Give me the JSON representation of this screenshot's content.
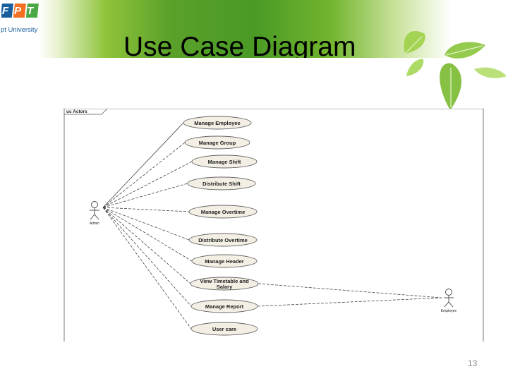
{
  "header": {
    "logo_letters": "FPT",
    "logo_subtitle": "pt University",
    "title": "Use Case Diagram",
    "colors": {
      "banner_green": "#4a9a25",
      "logo_orange": "#f36f21",
      "logo_blue": "#1b5e9e",
      "logo_green": "#4ba945"
    }
  },
  "diagram": {
    "frame_label": "uc Actors",
    "actors": [
      {
        "label": "Admin"
      },
      {
        "label": "Employee"
      }
    ],
    "use_cases": [
      {
        "label": "Manage Employee"
      },
      {
        "label": "Manage Group"
      },
      {
        "label": "Manage Shift"
      },
      {
        "label": "Distribute Shift"
      },
      {
        "label": "Manage Overtime"
      },
      {
        "label": "Distribute Overtime"
      },
      {
        "label": "Manage Header"
      },
      {
        "label": "View Timetable and Salary",
        "lines": [
          "View Timetable and",
          "Salary"
        ]
      },
      {
        "label": "Manage Report"
      },
      {
        "label": "User care"
      }
    ]
  },
  "footer": {
    "page_number": "13"
  }
}
